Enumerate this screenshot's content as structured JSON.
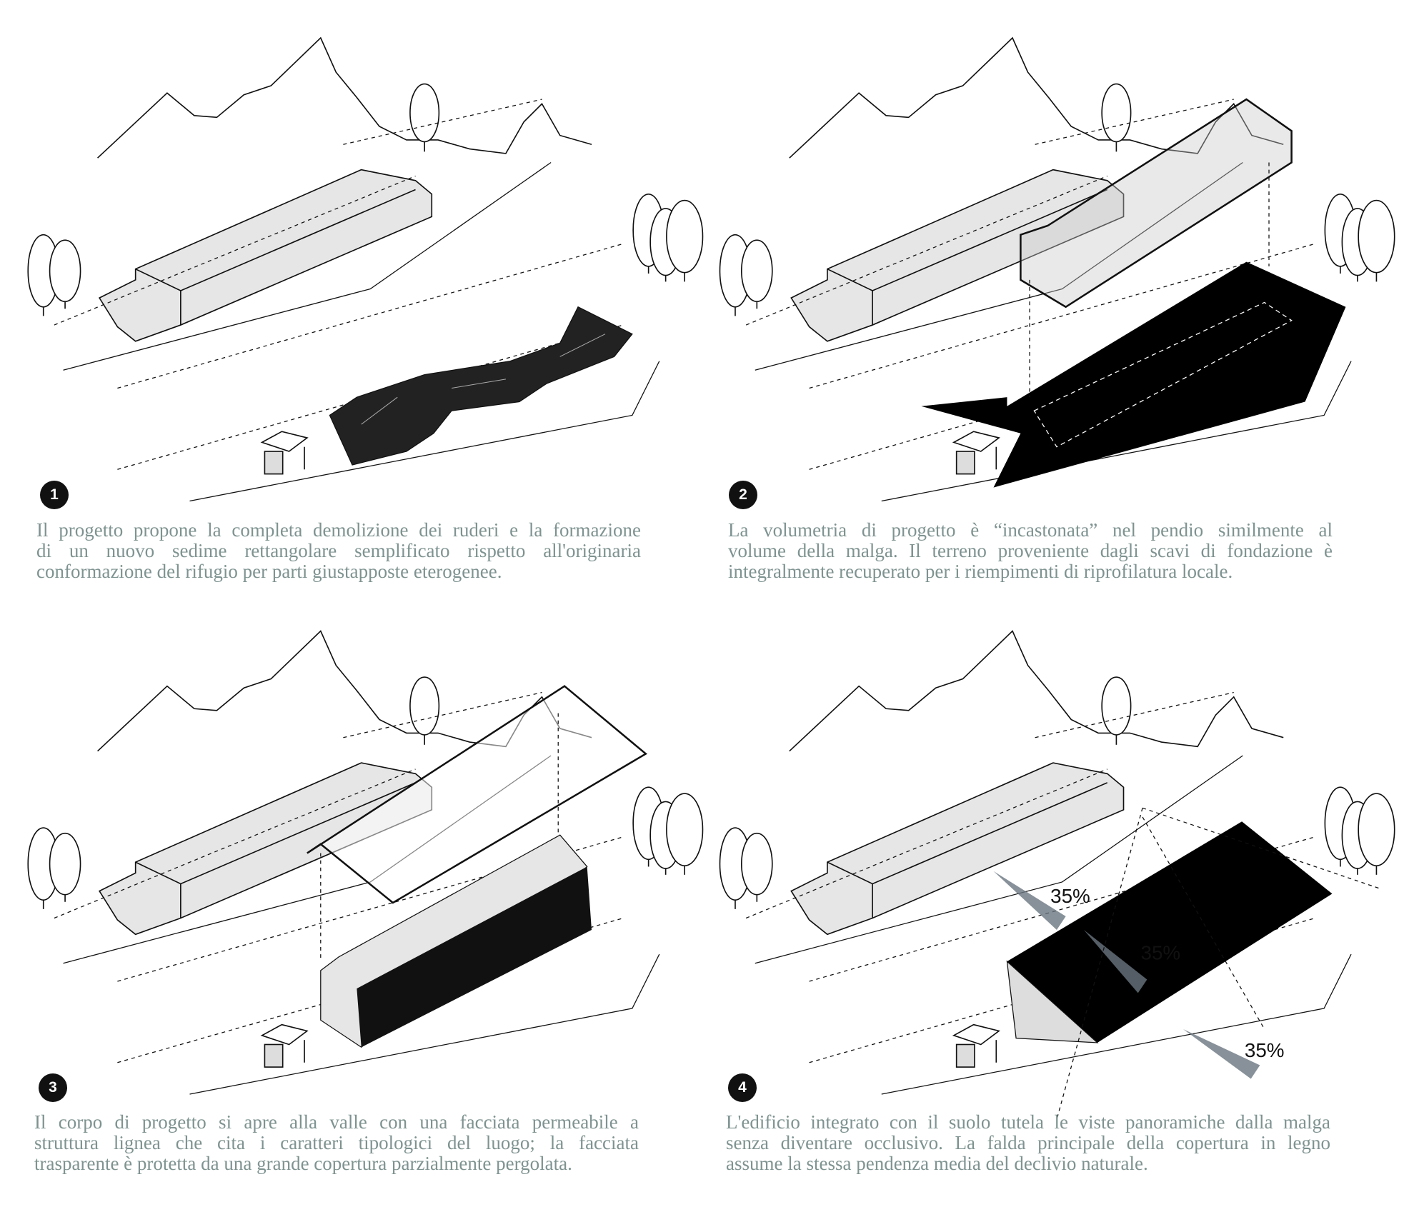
{
  "panels": [
    {
      "number": "1",
      "lines": [
        "Il progetto propone la completa demolizione dei ruderi e la formazione",
        "di un nuovo sedime rettangolare semplificato rispetto all'originaria",
        "conformazione del rifugio per parti giustapposte eterogenee."
      ]
    },
    {
      "number": "2",
      "lines": [
        "La volumetria di progetto è “incastonata” nel pendio similmente al",
        "volume della malga. Il terreno proveniente dagli scavi di fondazione è",
        "integralmente recuperato per i riempimenti di riprofilatura locale."
      ]
    },
    {
      "number": "3",
      "lines": [
        "Il corpo di progetto si apre alla valle con una facciata permeabile a",
        "struttura lignea che cita i caratteri tipologici del luogo; la facciata",
        "trasparente è protetta da una grande copertura parzialmente pergolata."
      ]
    },
    {
      "number": "4",
      "lines": [
        "L'edificio integrato con il suolo tutela le viste panoramiche dalla malga",
        "senza diventare occlusivo. La falda principale della copertura in legno",
        "assume la stessa pendenza media del declivio naturale."
      ]
    }
  ],
  "slope_labels": [
    "35%",
    "35%",
    "35%"
  ],
  "colors": {
    "caption": "#7e9390",
    "ink": "#111111",
    "building_fill": "#e6e6e6"
  }
}
